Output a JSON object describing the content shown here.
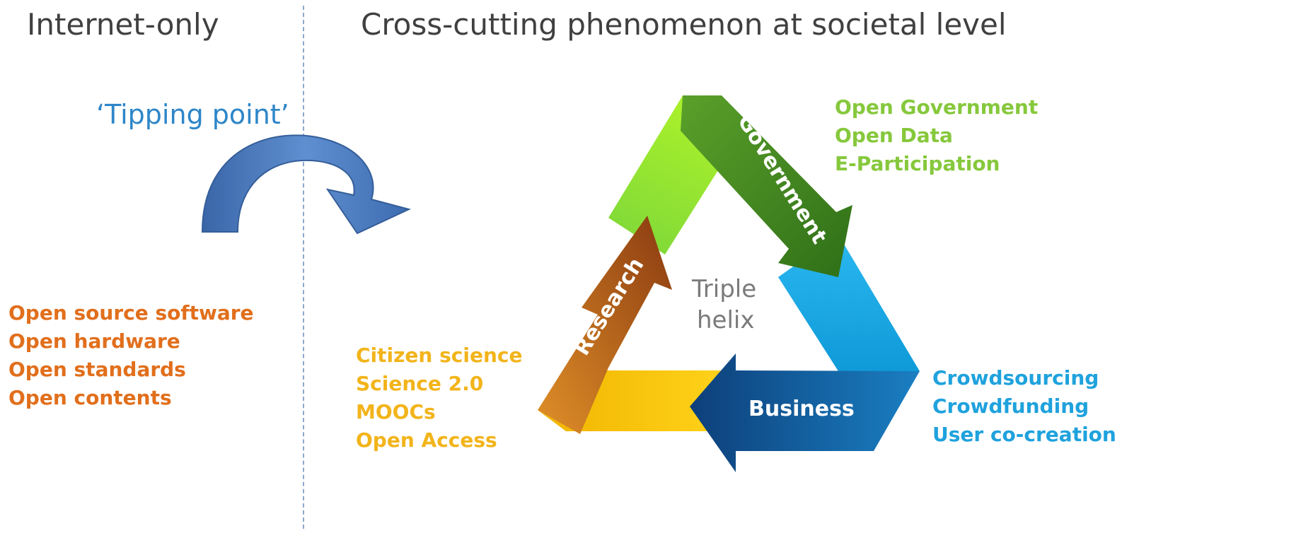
{
  "headings": {
    "left": "Internet-only",
    "right": "Cross-cutting phenomenon at societal level"
  },
  "tipping_point": "‘Tipping point’",
  "internet_only_items": [
    "Open source software",
    "Open hardware",
    "Open standards",
    "Open contents"
  ],
  "triple_helix": {
    "center_line1": "Triple",
    "center_line2": "helix",
    "arms": {
      "government": "Government",
      "business": "Business",
      "research": "Research"
    }
  },
  "research_items": [
    "Citizen science",
    "Science 2.0",
    "MOOCs",
    "Open Access"
  ],
  "government_items": [
    "Open Government",
    "Open Data",
    "E-Participation"
  ],
  "business_items": [
    "Crowdsourcing",
    "Crowdfunding",
    "User co-creation"
  ],
  "colors": {
    "internet": "#e16f1c",
    "research": "#f2b41a",
    "government": "#86c83c",
    "business": "#1fa2dd",
    "tipping": "#2e86c8"
  },
  "icons": {
    "tipping_arrow": "curved-arrow-icon"
  }
}
